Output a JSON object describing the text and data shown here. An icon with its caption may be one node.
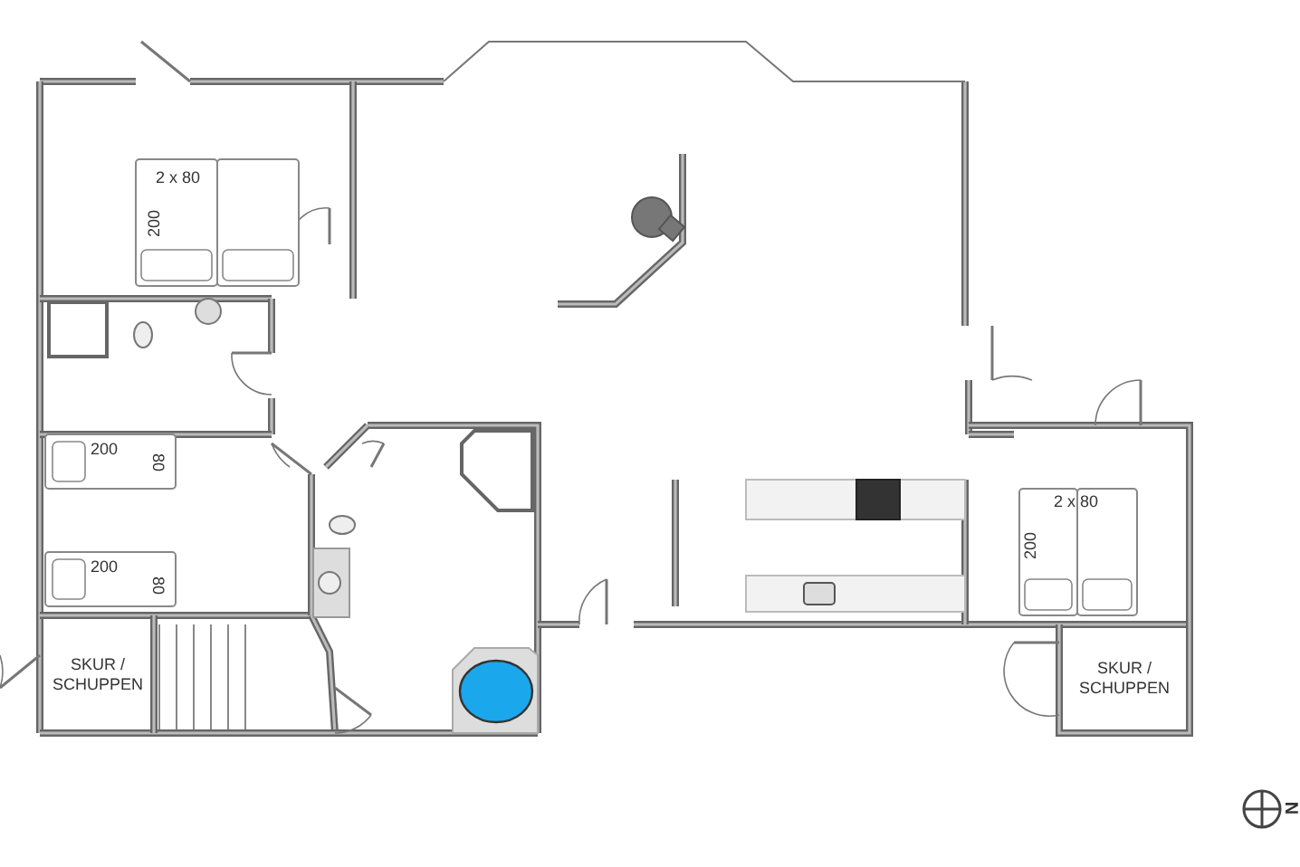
{
  "diagram": {
    "labels": [
      "2 x 80",
      "200",
      "200",
      "80",
      "2 x 80",
      "200",
      "200",
      "80",
      "SKUR / SCHUPPEN",
      "SKUR / SCHUPPEN",
      "N"
    ]
  }
}
